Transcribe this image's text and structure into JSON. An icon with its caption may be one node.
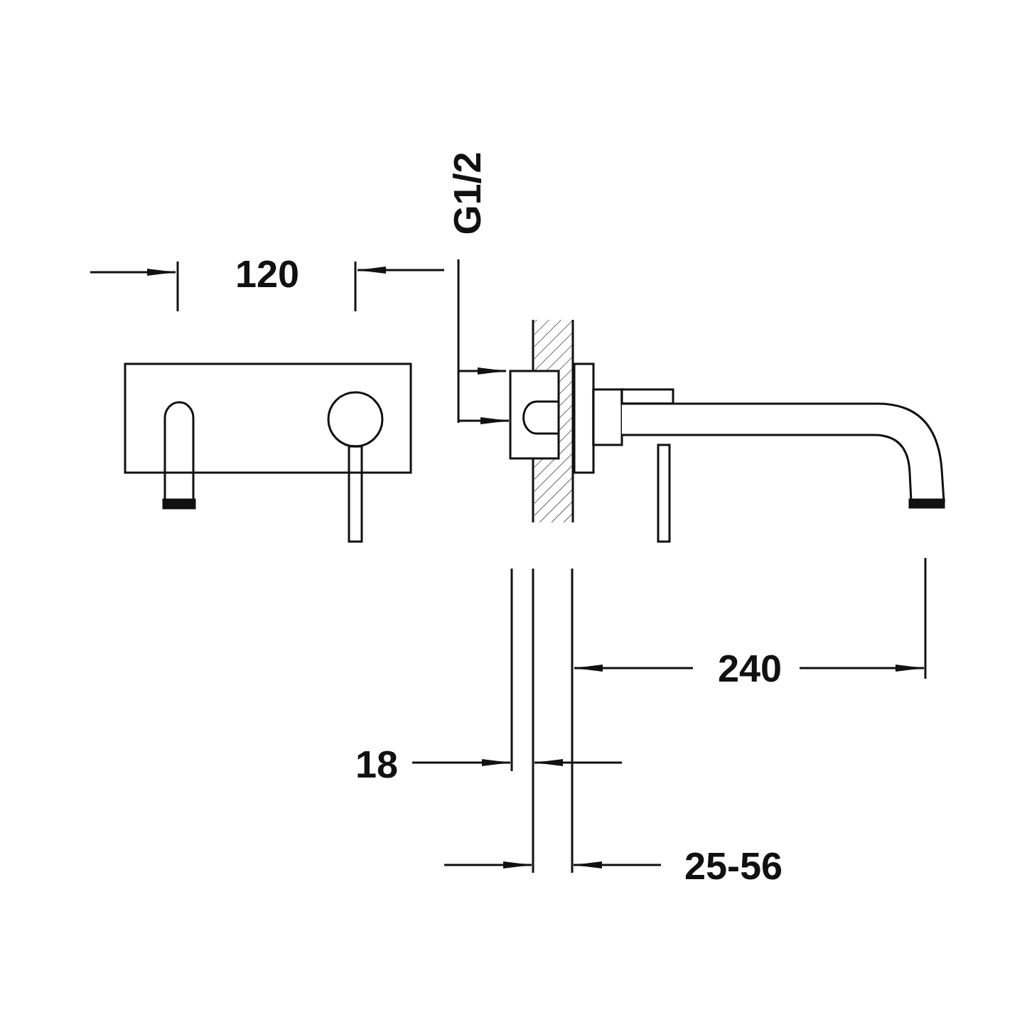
{
  "diagram": {
    "labels": [
      "G1/2",
      "120",
      "240",
      "18",
      "25-56"
    ]
  }
}
